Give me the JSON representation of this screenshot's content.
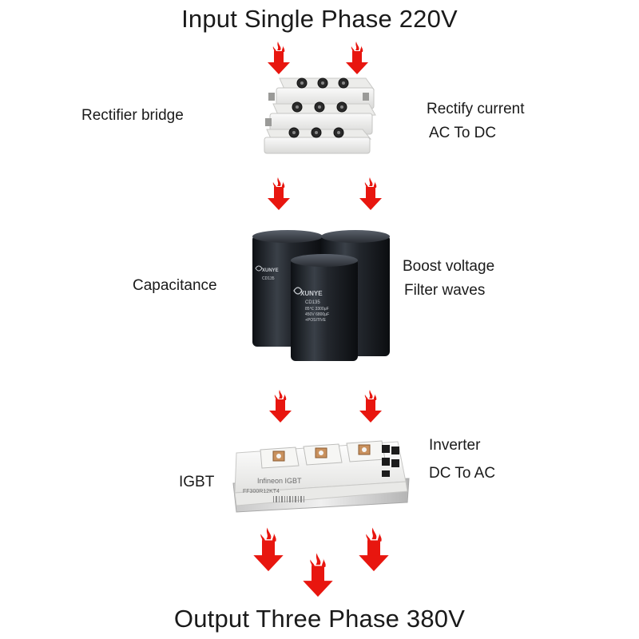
{
  "input_title": "Input Single Phase 220V",
  "output_title": "Output Three Phase 380V",
  "rectifier": {
    "label": "Rectifier bridge",
    "desc_line1": "Rectify current",
    "desc_line2": "AC To DC"
  },
  "capacitor": {
    "label": "Capacitance",
    "desc_line1": "Boost voltage",
    "desc_line2": "Filter waves",
    "print_brand": "XUNYE",
    "print_model": "CD135",
    "print_rating": "85℃ 3300μF",
    "print_spec": "450V 6800μF",
    "print_polarity": "+POSITIVE"
  },
  "igbt": {
    "label": "IGBT",
    "desc_line1": "Inverter",
    "desc_line2": "DC To AC",
    "print_brand": "Infineon IGBT",
    "print_part": "FF300R12KT4"
  },
  "colors": {
    "arrow": "#e8160f",
    "capacitor_body": "#1d2127",
    "module_body": "#f2f2f0"
  }
}
